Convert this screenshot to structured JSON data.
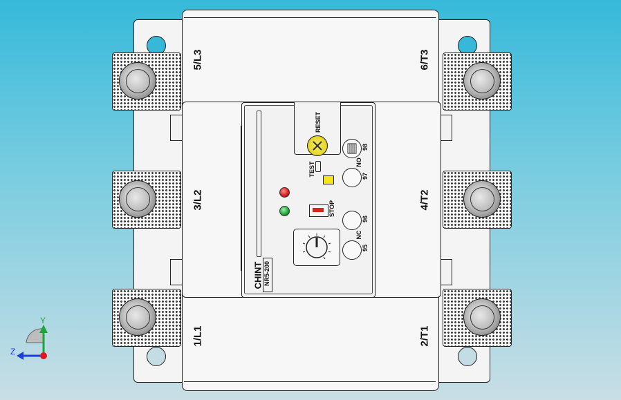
{
  "terminals": {
    "top_left": "5/L3",
    "mid_left": "3/L2",
    "bottom_left": "1/L1",
    "top_right": "6/T3",
    "mid_right": "4/T2",
    "bottom_right": "2/T1"
  },
  "relay": {
    "brand": "CHINT",
    "model": "NR5-200",
    "reset_label": "RESET",
    "test_label": "TEST",
    "stop_label": "STOP",
    "no_label": "NO",
    "nc_label": "NC",
    "contact_98": "98",
    "contact_97": "97",
    "contact_96": "96",
    "contact_95": "95",
    "led_colors": [
      "#d21d1d",
      "#1fa33a"
    ],
    "indicator_color": "#f5e51b",
    "stop_color": "#d7261b"
  },
  "axes": {
    "y_label": "Y",
    "z_label": "Z",
    "y_color": "#1fa33a",
    "z_color": "#1c3fd8",
    "origin_color": "#e0171f"
  }
}
